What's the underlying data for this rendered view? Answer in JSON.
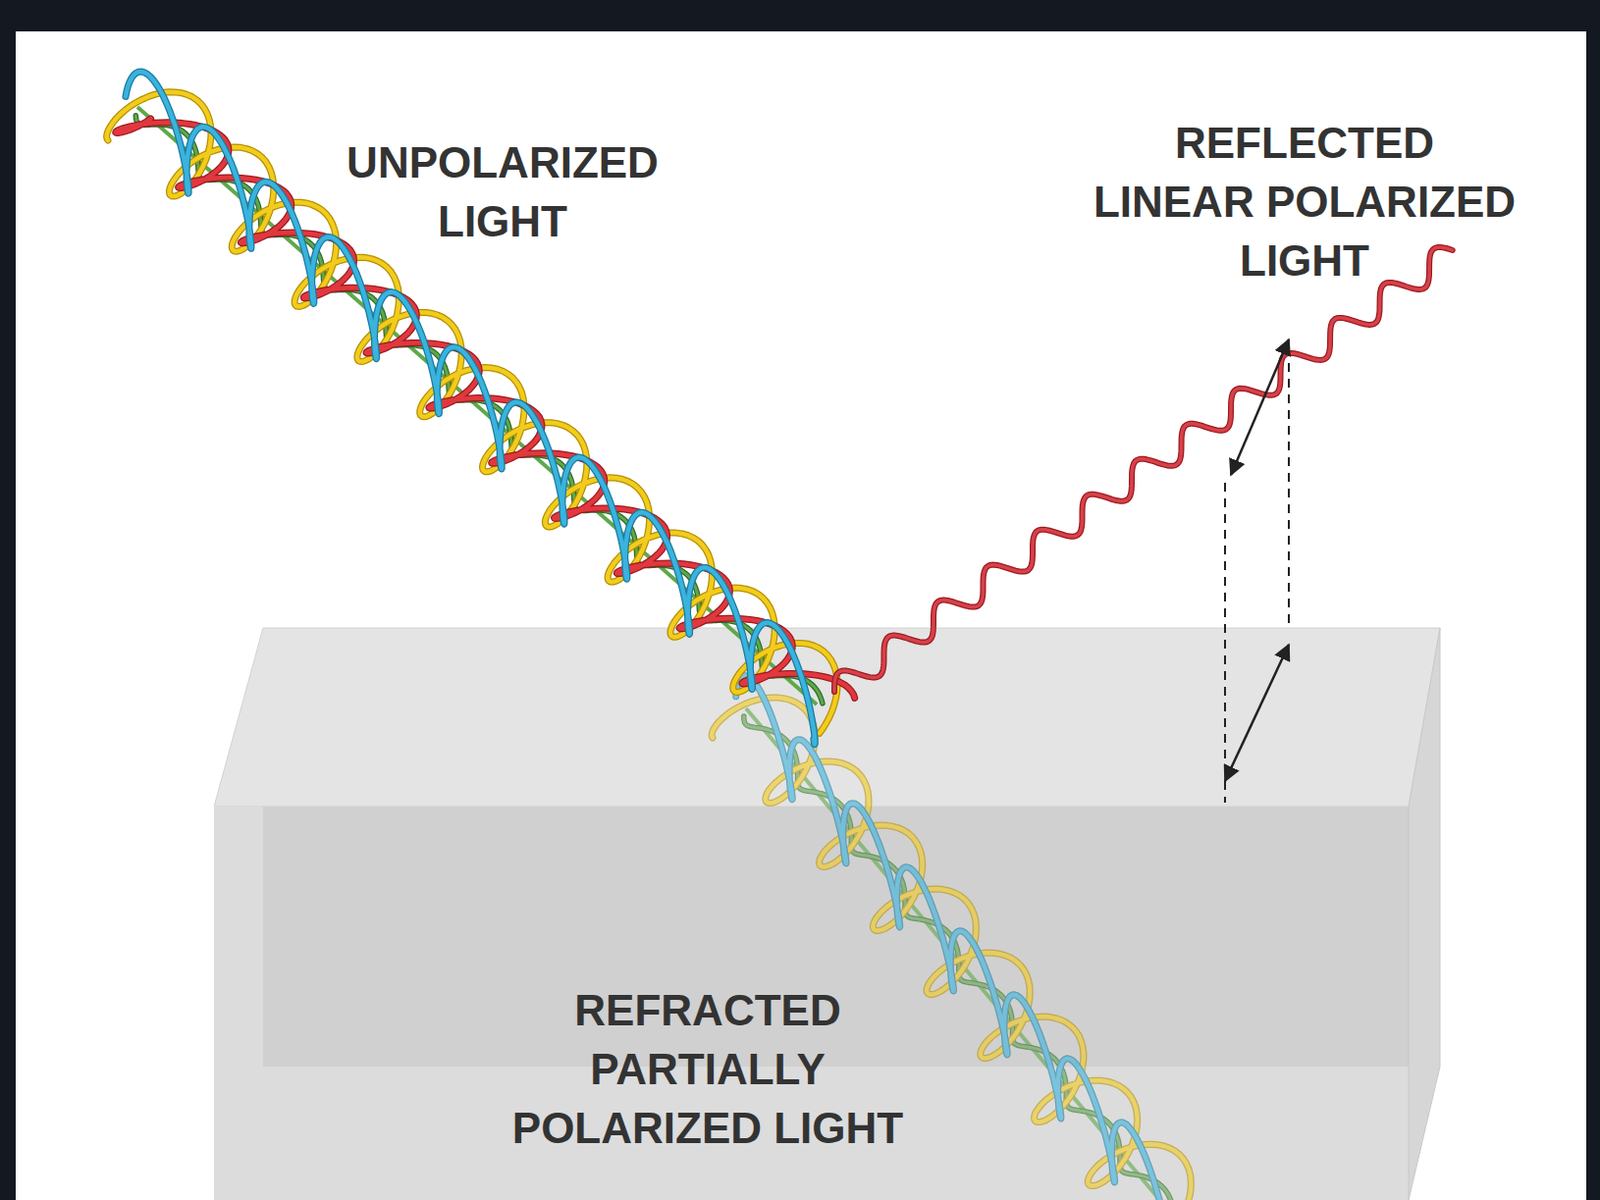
{
  "diagram": {
    "labels": [
      "UNPOLARIZED LIGHT",
      "REFLECTED LINEAR POLARIZED LIGHT",
      "REFRACTED PARTIALLY POLARIZED LIGHT"
    ]
  }
}
